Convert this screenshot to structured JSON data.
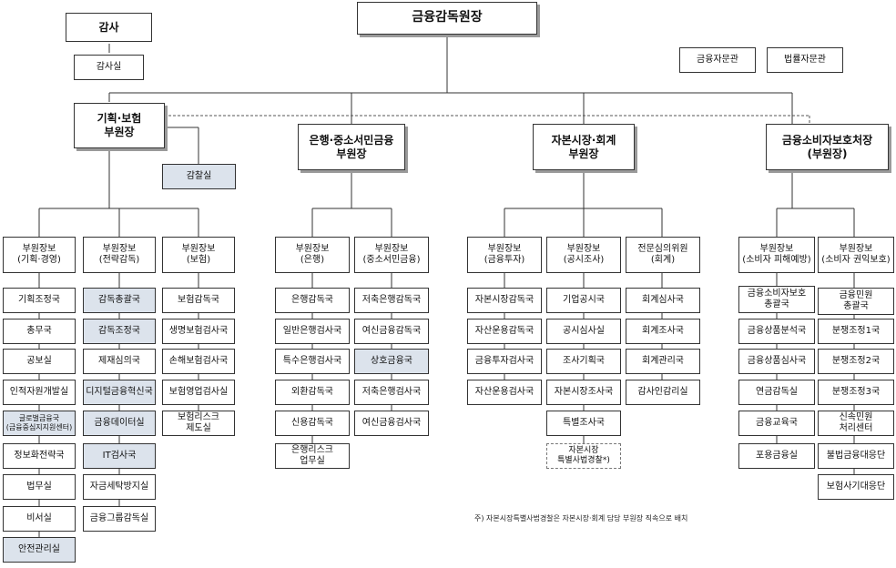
{
  "top": {
    "governor": "금융감독원장",
    "auditor": "감사",
    "audit_office": "감사실",
    "advisor_finance": "금융자문관",
    "advisor_law": "법률자문관"
  },
  "deputies": [
    {
      "title": "기획·보험\n부원장",
      "inspection": "감찰실"
    },
    {
      "title": "은행·중소서민금융\n부원장"
    },
    {
      "title": "자본시장·회계\n부원장"
    },
    {
      "title": "금융소비자보호처장\n(부원장)"
    }
  ],
  "assistants": [
    {
      "title": "부원장보\n(기획·경영)",
      "units": [
        {
          "label": "기획조정국",
          "hl": false
        },
        {
          "label": "총무국",
          "hl": false
        },
        {
          "label": "공보실",
          "hl": false
        },
        {
          "label": "인적자원개발실",
          "hl": false
        },
        {
          "label": "글로벌금융국\n(금융중심지지원센터)",
          "hl": true
        },
        {
          "label": "정보화전략국",
          "hl": false
        },
        {
          "label": "법무실",
          "hl": false
        },
        {
          "label": "비서실",
          "hl": false
        },
        {
          "label": "안전관리실",
          "hl": true
        }
      ]
    },
    {
      "title": "부원장보\n(전략감독)",
      "units": [
        {
          "label": "감독총괄국",
          "hl": true
        },
        {
          "label": "감독조정국",
          "hl": true
        },
        {
          "label": "제재심의국",
          "hl": false
        },
        {
          "label": "디지털금융혁신국",
          "hl": true
        },
        {
          "label": "금융데이터실",
          "hl": true
        },
        {
          "label": "IT검사국",
          "hl": true
        },
        {
          "label": "자금세탁방지실",
          "hl": false
        },
        {
          "label": "금융그룹감독실",
          "hl": false
        }
      ]
    },
    {
      "title": "부원장보\n(보험)",
      "units": [
        {
          "label": "보험감독국",
          "hl": false
        },
        {
          "label": "생명보험검사국",
          "hl": false
        },
        {
          "label": "손해보험검사국",
          "hl": false
        },
        {
          "label": "보험영업검사실",
          "hl": false
        },
        {
          "label": "보험리스크\n제도실",
          "hl": false
        }
      ]
    },
    {
      "title": "부원장보\n(은행)",
      "units": [
        {
          "label": "은행감독국",
          "hl": false
        },
        {
          "label": "일반은행검사국",
          "hl": false
        },
        {
          "label": "특수은행검사국",
          "hl": false
        },
        {
          "label": "외환감독국",
          "hl": false
        },
        {
          "label": "신용감독국",
          "hl": false
        },
        {
          "label": "은행리스크\n업무실",
          "hl": false
        }
      ]
    },
    {
      "title": "부원장보\n(중소서민금융)",
      "units": [
        {
          "label": "저축은행감독국",
          "hl": false
        },
        {
          "label": "여신금융감독국",
          "hl": false
        },
        {
          "label": "상호금융국",
          "hl": true
        },
        {
          "label": "저축은행검사국",
          "hl": false
        },
        {
          "label": "여신금융검사국",
          "hl": false
        }
      ]
    },
    {
      "title": "부원장보\n(금융투자)",
      "units": [
        {
          "label": "자본시장감독국",
          "hl": false
        },
        {
          "label": "자산운용감독국",
          "hl": false
        },
        {
          "label": "금융투자검사국",
          "hl": false
        },
        {
          "label": "자산운용검사국",
          "hl": false
        }
      ]
    },
    {
      "title": "부원장보\n(공시조사)",
      "units": [
        {
          "label": "기업공시국",
          "hl": false
        },
        {
          "label": "공시심사실",
          "hl": false
        },
        {
          "label": "조사기획국",
          "hl": false
        },
        {
          "label": "자본시장조사국",
          "hl": false
        },
        {
          "label": "특별조사국",
          "hl": false
        },
        {
          "label": "자본시장\n특별사법경찰*)",
          "hl": false,
          "dashed": true
        }
      ]
    },
    {
      "title": "전문심의위원\n(회계)",
      "units": [
        {
          "label": "회계심사국",
          "hl": false
        },
        {
          "label": "회계조사국",
          "hl": false
        },
        {
          "label": "회계관리국",
          "hl": false
        },
        {
          "label": "감사인감리실",
          "hl": false
        }
      ]
    },
    {
      "title": "부원장보\n(소비자 피해예방)",
      "units": [
        {
          "label": "금융소비자보호\n총괄국",
          "hl": false
        },
        {
          "label": "금융상품분석국",
          "hl": false
        },
        {
          "label": "금융상품심사국",
          "hl": false
        },
        {
          "label": "연금감독실",
          "hl": false
        },
        {
          "label": "금융교육국",
          "hl": false
        },
        {
          "label": "포용금융실",
          "hl": false
        }
      ]
    },
    {
      "title": "부원장보\n(소비자 권익보호)",
      "units": [
        {
          "label": "금융민원\n총괄국",
          "hl": false
        },
        {
          "label": "분쟁조정1국",
          "hl": false
        },
        {
          "label": "분쟁조정2국",
          "hl": false
        },
        {
          "label": "분쟁조정3국",
          "hl": false
        },
        {
          "label": "신속민원\n처리센터",
          "hl": false
        },
        {
          "label": "불법금융대응단",
          "hl": false
        },
        {
          "label": "보험사기대응단",
          "hl": false
        }
      ]
    }
  ],
  "footnote": "주) 자본시장특별사법경찰은 자본시장·회계 담당 부원장 직속으로 배치"
}
